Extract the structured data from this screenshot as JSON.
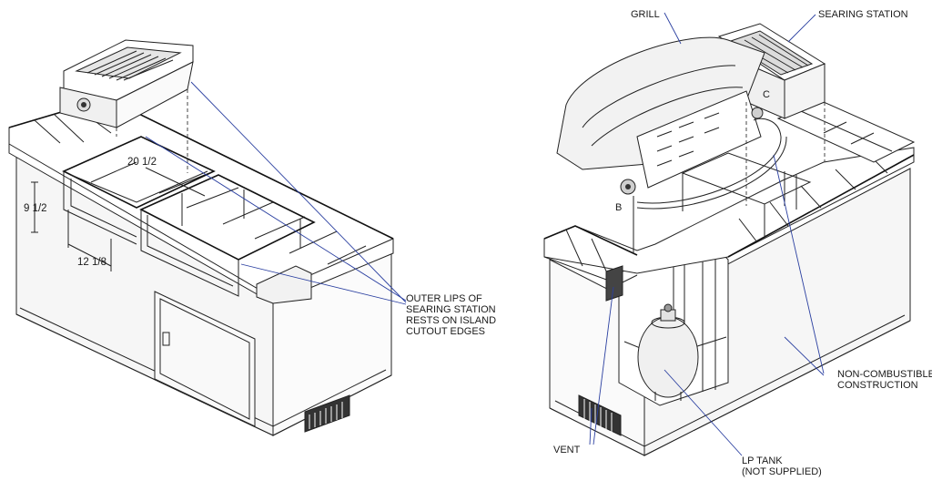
{
  "labels": {
    "grill": "GRILL",
    "searing_station": "SEARING STATION",
    "outer_lips_1": "OUTER LIPS OF",
    "outer_lips_2": "SEARING STATION",
    "outer_lips_3": "RESTS ON ISLAND",
    "outer_lips_4": "CUTOUT EDGES",
    "non_comb_1": "NON-COMBUSTIBLE",
    "non_comb_2": "CONSTRUCTION",
    "vent": "VENT",
    "lp_tank_1": "LP TANK",
    "lp_tank_2": "(NOT SUPPLIED)",
    "point_b": "B",
    "point_c": "C"
  },
  "dimensions": {
    "depth": "20 1/2",
    "height": "9 1/2",
    "width": "12 1/8"
  },
  "colors": {
    "line": "#222222",
    "leader": "#2a3fa0",
    "panel": "#f3f3f3"
  }
}
